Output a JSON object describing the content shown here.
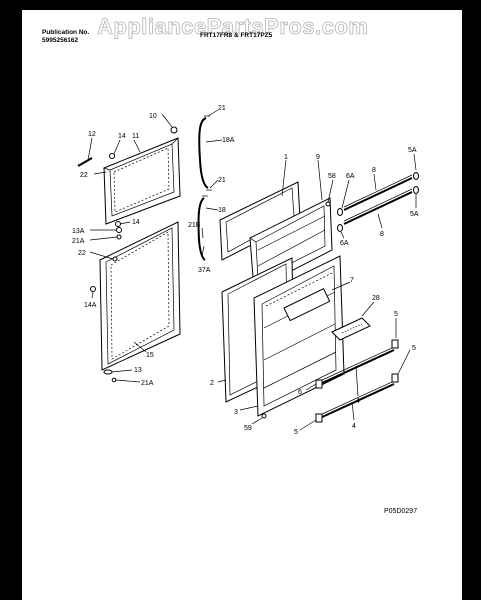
{
  "header": {
    "publication_label": "Publication No.",
    "publication_number": "5995256162",
    "models": "FRT17FR8 & FRT17PZ5"
  },
  "watermark": "AppliancePartsPros.com",
  "figure_code": "P05D0297",
  "callouts": {
    "c12": "12",
    "c14a": "14",
    "c11": "11",
    "c10": "10",
    "c22a": "22",
    "c13a": "13A",
    "c14b": "14",
    "c21a_a": "21A",
    "c22b": "22",
    "c14A": "14A",
    "c15": "15",
    "c13": "13",
    "c21a_b": "21A",
    "c21_top": "21",
    "c18a": "18A",
    "c21_mid": "21",
    "c18": "18",
    "c21b": "21B",
    "c37a": "37A",
    "c1": "1",
    "c9": "9",
    "c58": "58",
    "c6a_top": "6A",
    "c8_top": "8",
    "c5a_top": "5A",
    "c5a_bot": "5A",
    "c6a_bot": "6A",
    "c8_bot": "8",
    "c7": "7",
    "c28": "28",
    "c5_top": "5",
    "c2": "2",
    "c6_top": "6",
    "c4_top": "4",
    "c5_mid": "5",
    "c3": "3",
    "c59": "59",
    "c5_bot": "5",
    "c4_bot": "4"
  },
  "colors": {
    "background": "#000000",
    "sheet": "#ffffff",
    "ink": "#000000",
    "watermark_outline": "#b4b4b4"
  }
}
